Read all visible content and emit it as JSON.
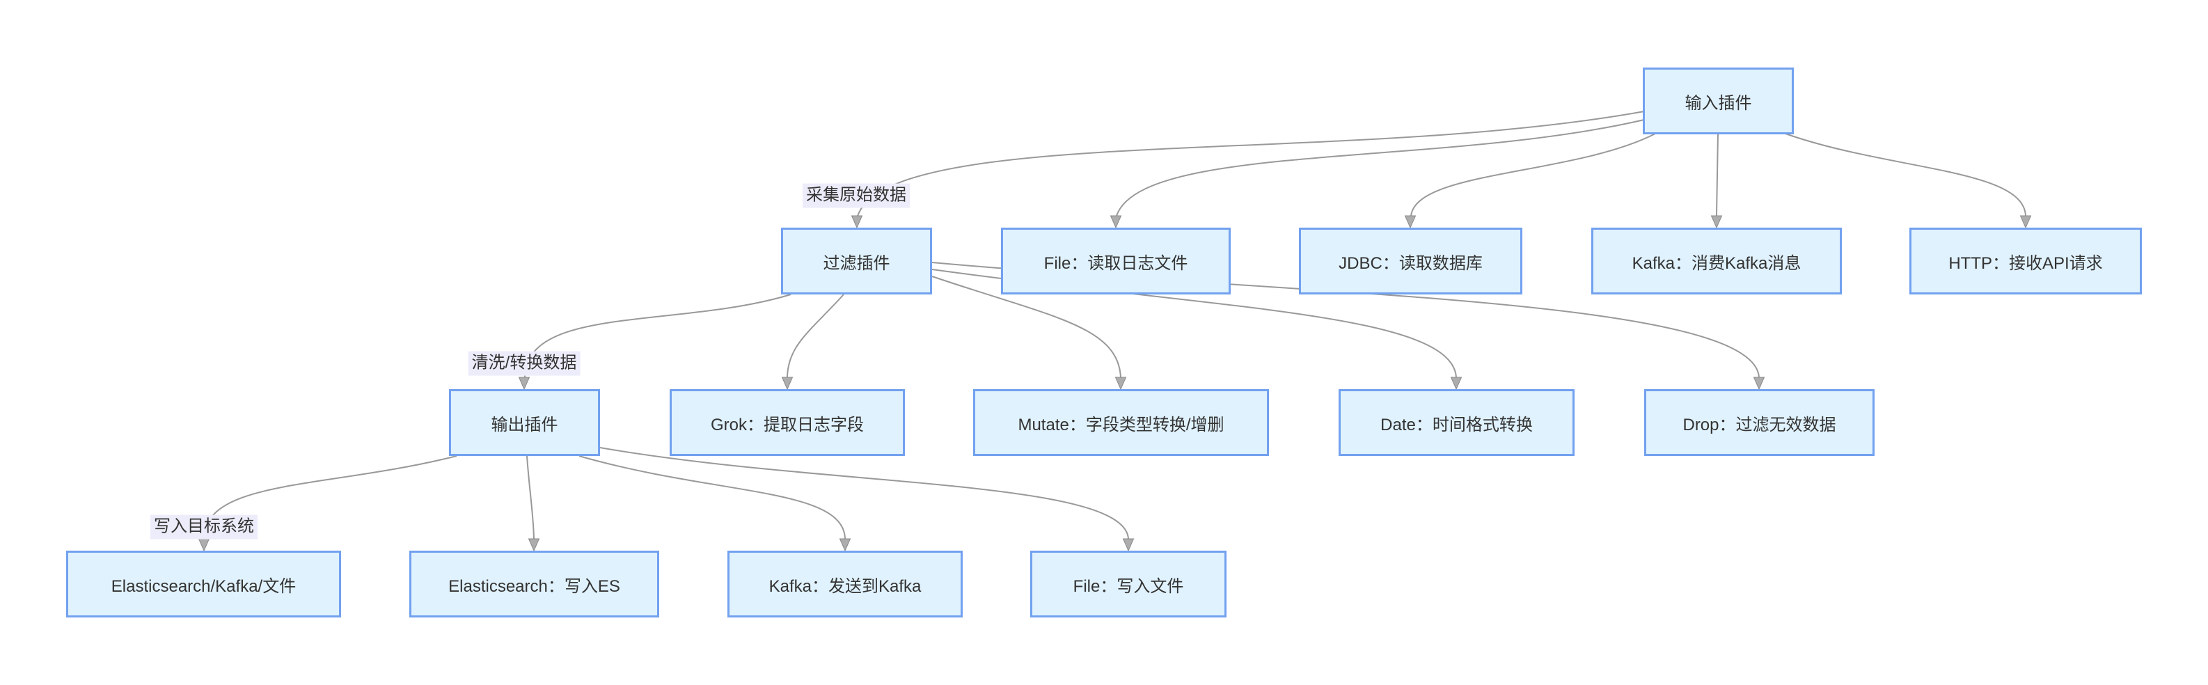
{
  "diagram": {
    "type": "flowchart",
    "direction": "top-down",
    "colors": {
      "background": "#ffffff",
      "node_fill": "#e0f2fd",
      "node_border": "#72a1ef",
      "edge": "#999999",
      "edge_label_bg": "#ececfa",
      "text": "#333333"
    },
    "nodes": {
      "input": {
        "label": "输入插件"
      },
      "filter": {
        "label": "过滤插件"
      },
      "file_read": {
        "label": "File：读取日志文件"
      },
      "jdbc": {
        "label": "JDBC：读取数据库"
      },
      "kafka_in": {
        "label": "Kafka：消费Kafka消息"
      },
      "http": {
        "label": "HTTP：接收API请求"
      },
      "output": {
        "label": "输出插件"
      },
      "grok": {
        "label": "Grok：提取日志字段"
      },
      "mutate": {
        "label": "Mutate：字段类型转换/增删"
      },
      "date": {
        "label": "Date：时间格式转换"
      },
      "drop": {
        "label": "Drop：过滤无效数据"
      },
      "target": {
        "label": "Elasticsearch/Kafka/文件"
      },
      "es_write": {
        "label": "Elasticsearch：写入ES"
      },
      "kafka_out": {
        "label": "Kafka：发送到Kafka"
      },
      "file_write": {
        "label": "File：写入文件"
      }
    },
    "edge_labels": {
      "collect": "采集原始数据",
      "transform": "清洗/转换数据",
      "write": "写入目标系统"
    },
    "edges": [
      {
        "from": "input",
        "to": "filter",
        "label": "采集原始数据"
      },
      {
        "from": "input",
        "to": "file_read"
      },
      {
        "from": "input",
        "to": "jdbc"
      },
      {
        "from": "input",
        "to": "kafka_in"
      },
      {
        "from": "input",
        "to": "http"
      },
      {
        "from": "filter",
        "to": "output",
        "label": "清洗/转换数据"
      },
      {
        "from": "filter",
        "to": "grok"
      },
      {
        "from": "filter",
        "to": "mutate"
      },
      {
        "from": "filter",
        "to": "date"
      },
      {
        "from": "filter",
        "to": "drop"
      },
      {
        "from": "output",
        "to": "target",
        "label": "写入目标系统"
      },
      {
        "from": "output",
        "to": "es_write"
      },
      {
        "from": "output",
        "to": "kafka_out"
      },
      {
        "from": "output",
        "to": "file_write"
      }
    ]
  }
}
